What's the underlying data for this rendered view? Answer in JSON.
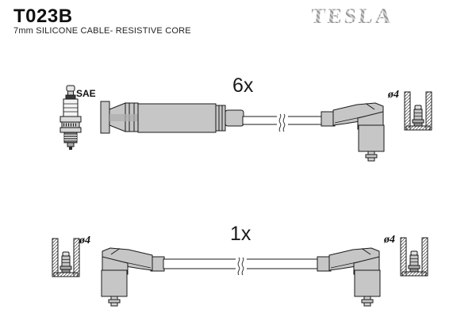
{
  "header": {
    "part_number": "T023B",
    "subtitle": "7mm SILICONE CABLE- RESISTIVE CORE",
    "brand": "TESLA"
  },
  "diagram": {
    "spark_plug_standard": "SAE",
    "top_assembly": {
      "quantity": "6x",
      "cap_diameter": "ø4"
    },
    "bottom_assembly": {
      "quantity": "1x",
      "cap_diameter_left": "ø4",
      "cap_diameter_right": "ø4"
    },
    "icons": [
      "spark-plug-icon",
      "straight-boot-connector",
      "angled-boot-connector",
      "terminal-cap-cross-section",
      "cable-break-symbol"
    ]
  },
  "colors": {
    "background": "#ffffff",
    "line": "#1a1a1a",
    "part_fill": "#c6c6c6",
    "part_shade": "#adadad",
    "brand_gray": "#a5a5a5"
  }
}
